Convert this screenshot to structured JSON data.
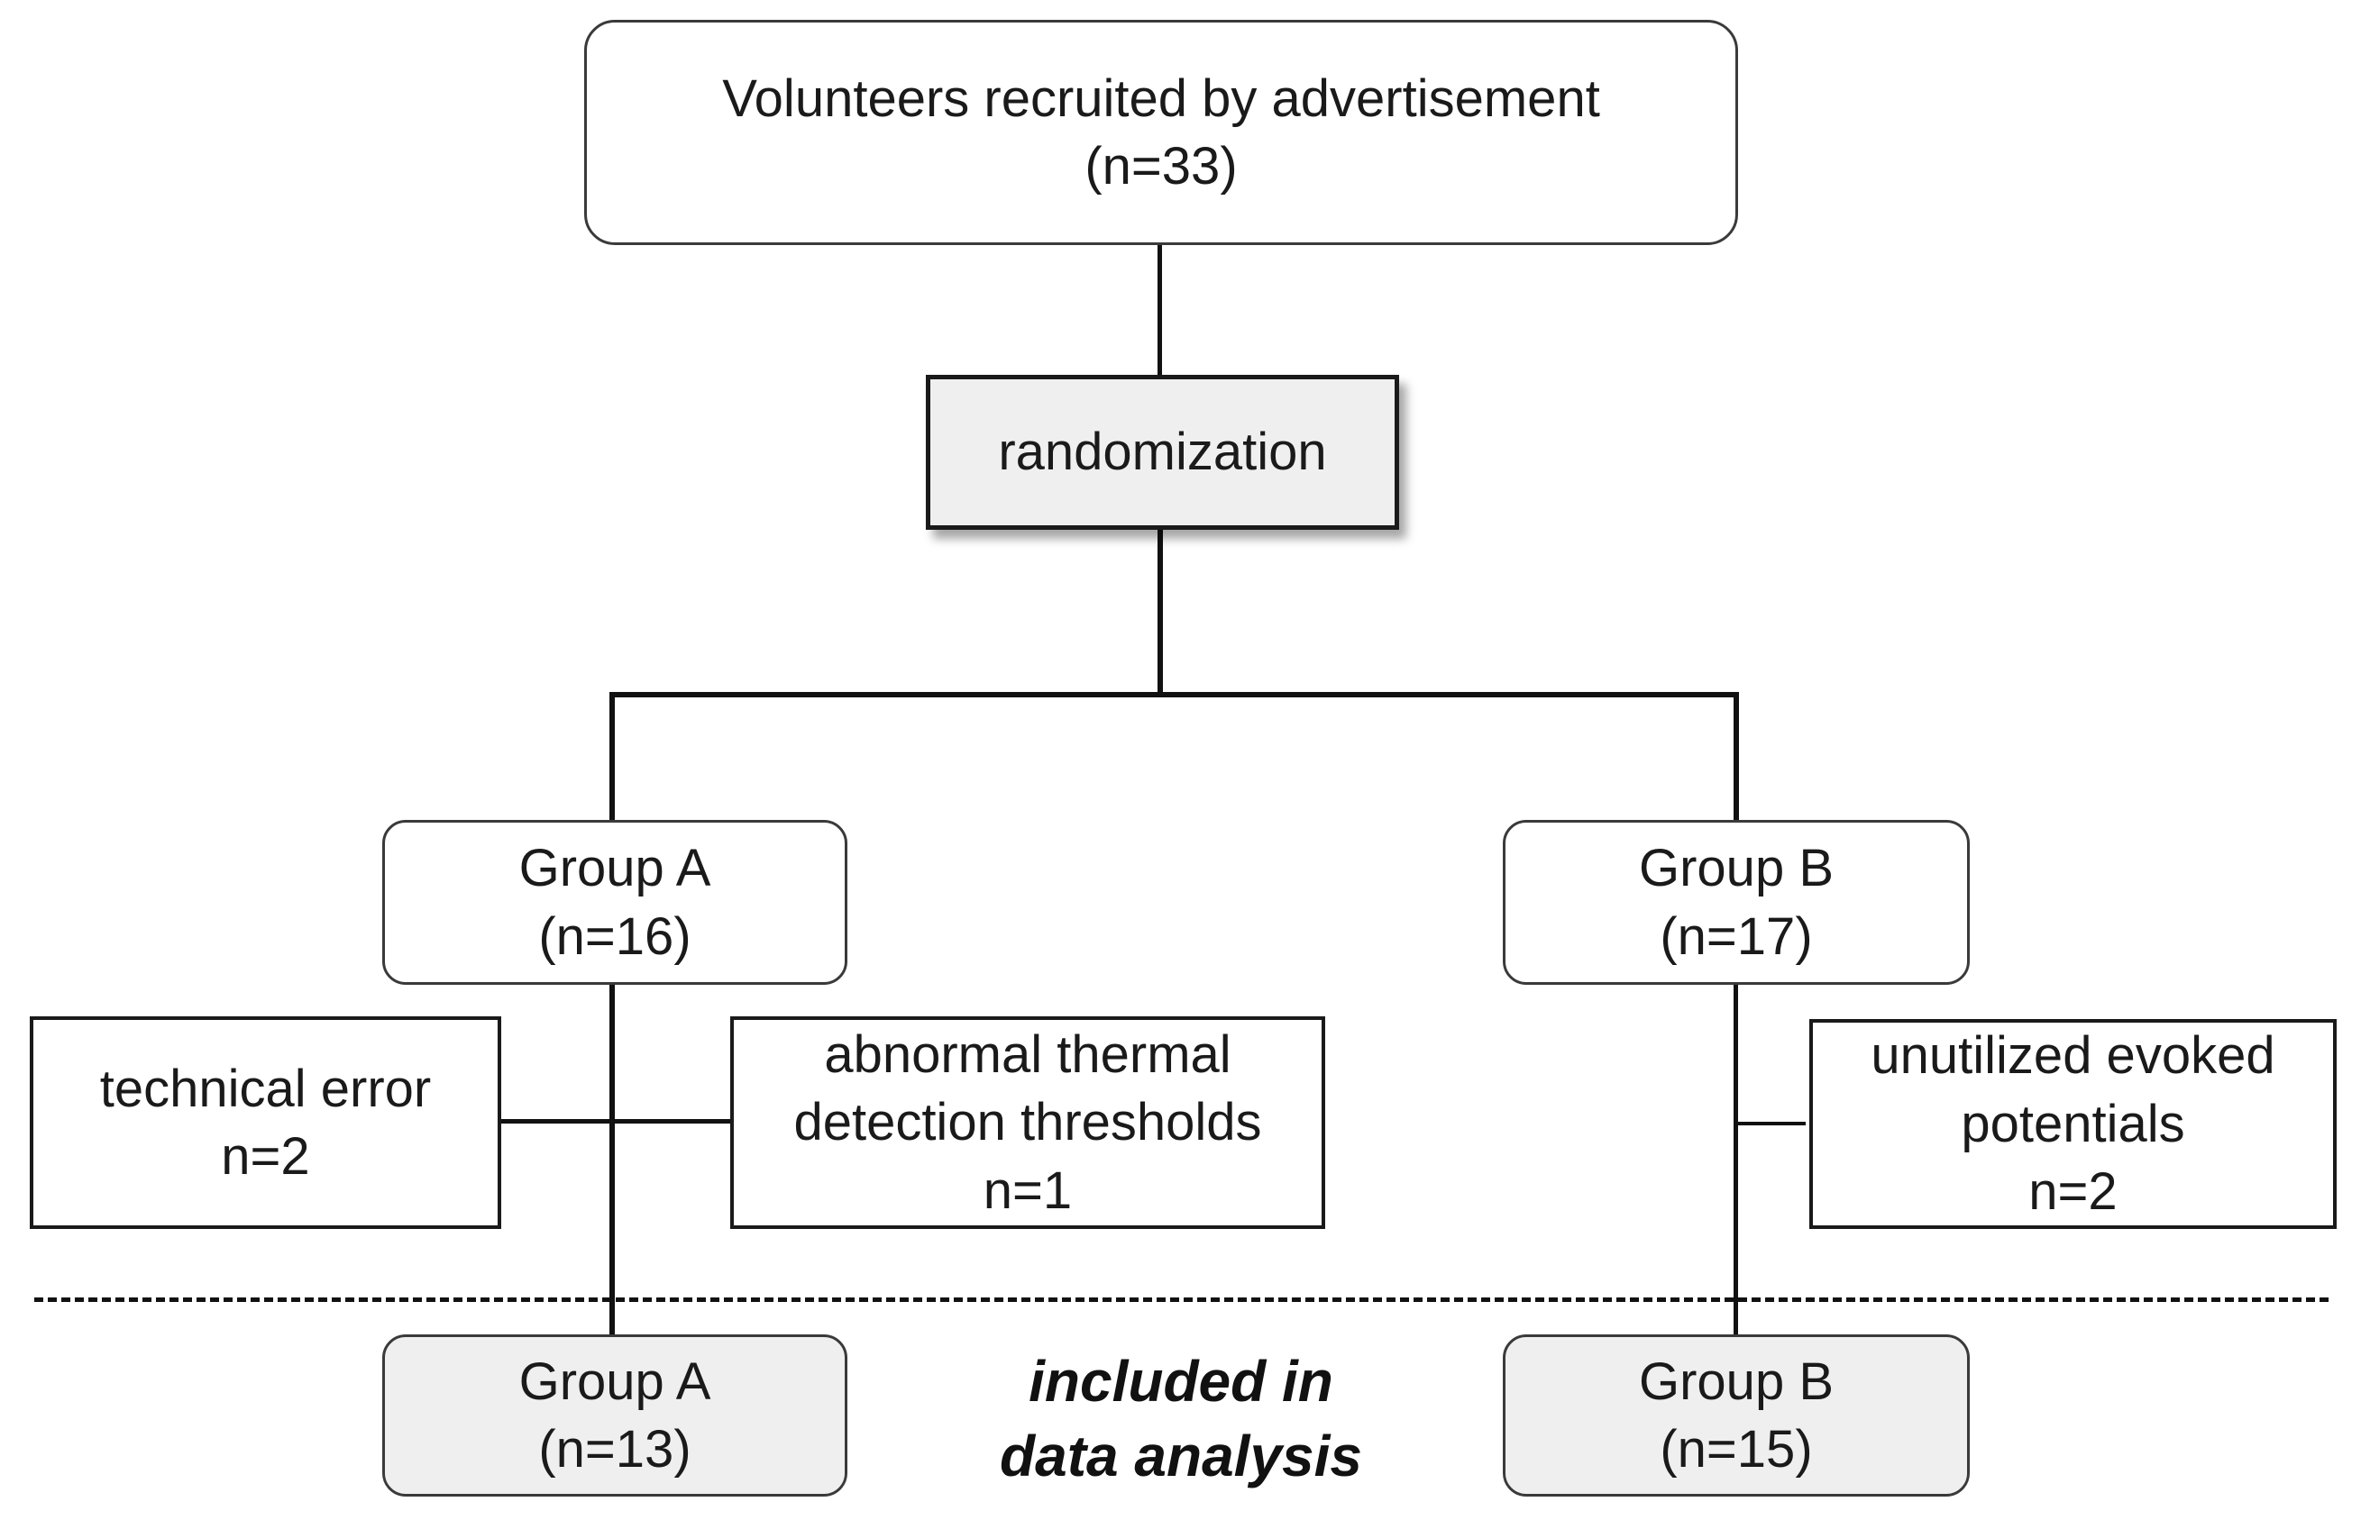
{
  "top": {
    "line1": "Volunteers recruited by advertisement",
    "line2": "(n=33)"
  },
  "randomization": {
    "label": "randomization"
  },
  "group_a": {
    "title": "Group A",
    "count": "(n=16)"
  },
  "group_b": {
    "title": "Group B",
    "count": "(n=17)"
  },
  "exclusions": {
    "technical_error": {
      "line1": "technical error",
      "line2": "n=2"
    },
    "thermal": {
      "line1": "abnormal thermal",
      "line2": "detection thresholds",
      "line3": "n=1"
    },
    "unutilized": {
      "line1": "unutilized evoked",
      "line2": "potentials",
      "line3": "n=2"
    }
  },
  "final_a": {
    "title": "Group A",
    "count": "(n=13)"
  },
  "final_b": {
    "title": "Group B",
    "count": "(n=15)"
  },
  "analysis_label": {
    "line1": "included in",
    "line2": "data analysis"
  }
}
